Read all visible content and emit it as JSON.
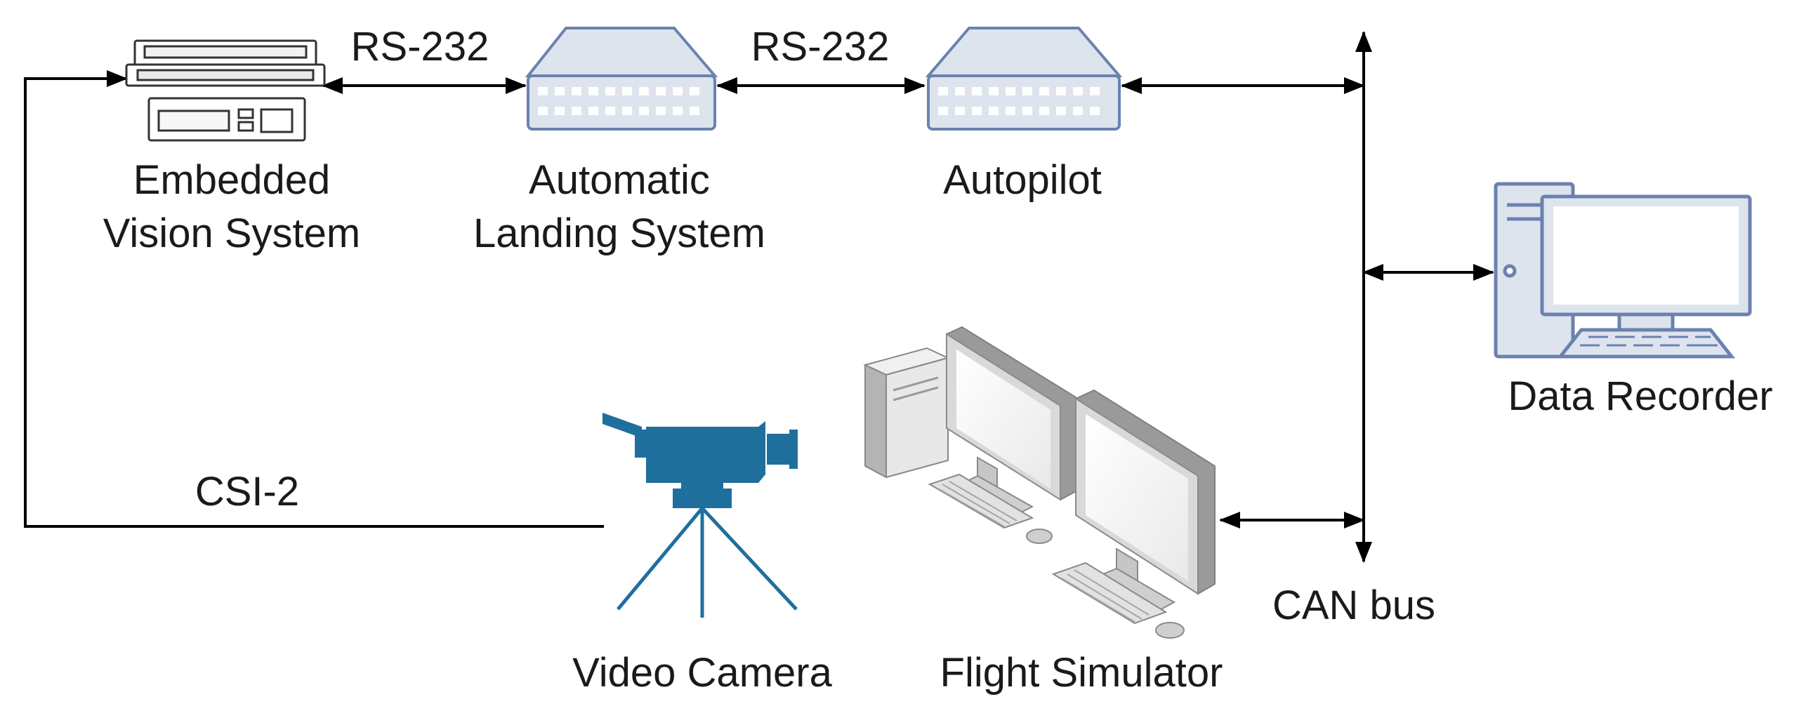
{
  "nodes": {
    "embedded_vision": {
      "line1": "Embedded",
      "line2": "Vision System",
      "icon": "embedded-computer-icon"
    },
    "auto_landing": {
      "line1": "Automatic",
      "line2": "Landing System",
      "icon": "serial-device-icon"
    },
    "autopilot": {
      "line1": "Autopilot",
      "icon": "serial-device-icon"
    },
    "data_recorder": {
      "line1": "Data Recorder",
      "icon": "desktop-pc-icon"
    },
    "video_camera": {
      "line1": "Video Camera",
      "icon": "video-camera-icon"
    },
    "flight_simulator": {
      "line1": "Flight Simulator",
      "icon": "dual-monitor-workstation-icon"
    }
  },
  "links": {
    "rs232_1": "RS-232",
    "rs232_2": "RS-232",
    "csi2": "CSI-2",
    "can_bus": "CAN bus"
  },
  "colors": {
    "device_fill": "#dde4ee",
    "device_stroke": "#6b82b0",
    "camera": "#1f6f9d",
    "monitor_gray": "#9a9a9a",
    "line": "#000000"
  }
}
